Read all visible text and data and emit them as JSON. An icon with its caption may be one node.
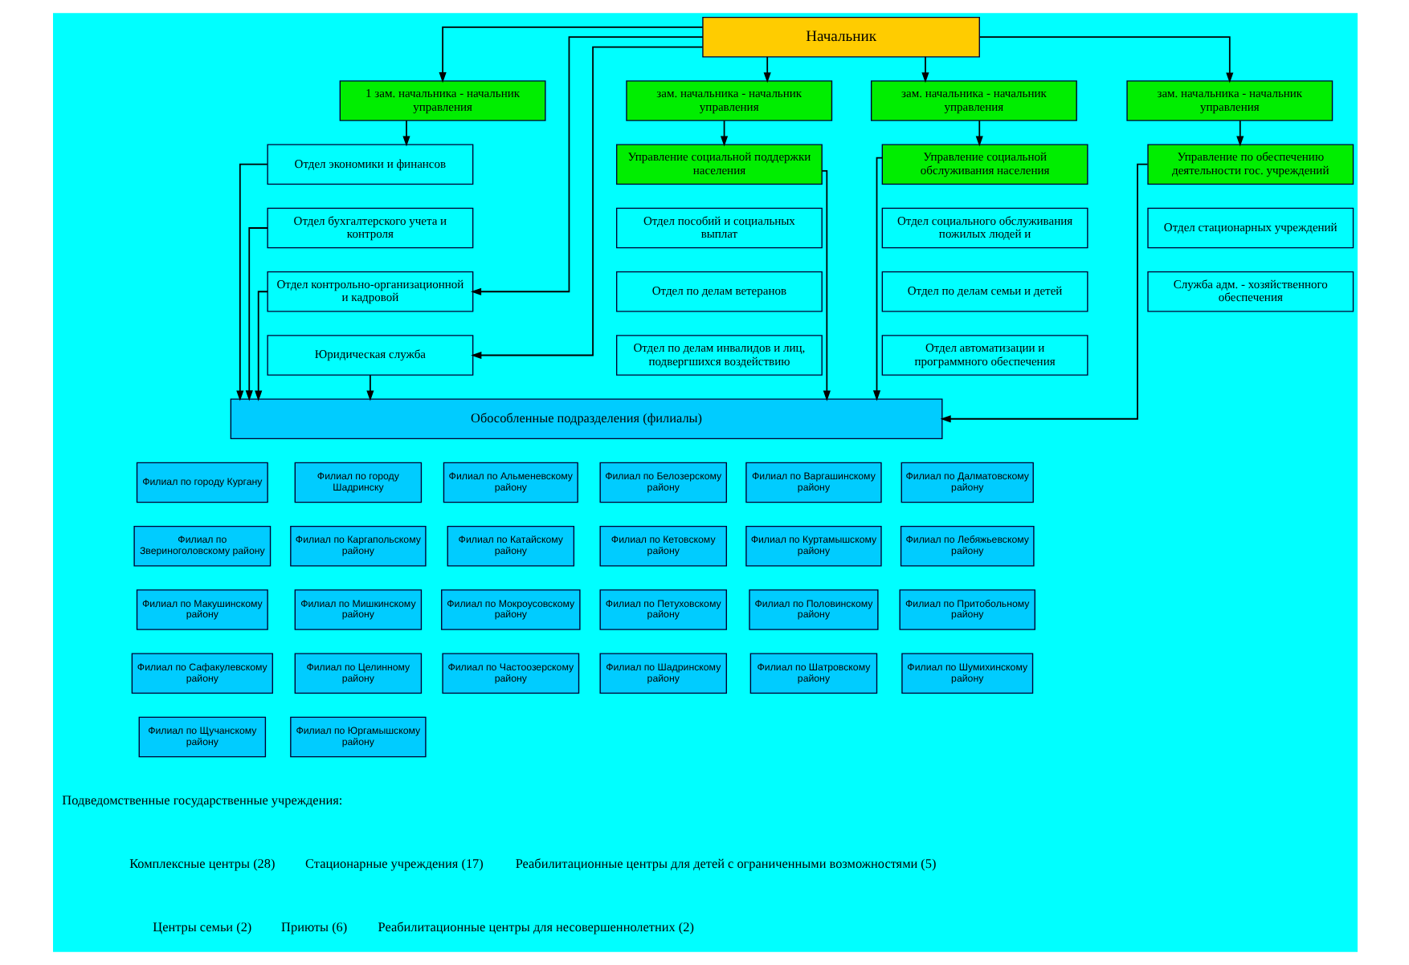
{
  "diagram": {
    "nodes": [
      {
        "text": [
          "Начальник"
        ]
      },
      {
        "text": [
          "1 зам. начальника - начальник управления"
        ]
      },
      {
        "text": [
          "зам. начальника - начальник управления"
        ]
      },
      {
        "text": [
          "зам. начальника - начальник управления"
        ]
      },
      {
        "text": [
          "зам. начальника - начальник управления"
        ]
      },
      {
        "text": [
          "Отдел экономики и финансов"
        ]
      },
      {
        "text": [
          "Отдел бухгалтерского учета и контроля"
        ]
      },
      {
        "text": [
          "Отдел контрольно-организационной и кадровой"
        ]
      },
      {
        "text": [
          "Юридическая служба"
        ]
      },
      {
        "text": [
          "Управление социальной поддержки населения"
        ]
      },
      {
        "text": [
          "Отдел пособий и социальных выплат"
        ]
      },
      {
        "text": [
          "Отдел по делам ветеранов"
        ]
      },
      {
        "text": [
          "Отдел по делам инвалидов и лиц, подвергшихся воздействию"
        ]
      },
      {
        "text": [
          "Управление социальной обслуживания населения"
        ]
      },
      {
        "text": [
          "Отдел социального обслуживания пожилых людей и"
        ]
      },
      {
        "text": [
          "Отдел по делам семьи и детей"
        ]
      },
      {
        "text": [
          "Отдел автоматизации и программного обеспечения"
        ]
      },
      {
        "text": [
          "Управление по обеспечению деятельности гос. учреждений"
        ]
      },
      {
        "text": [
          "Отдел стационарных учреждений"
        ]
      },
      {
        "text": [
          "Служба адм. - хозяйственного обеспечения"
        ]
      },
      {
        "text": [
          "Обособленные подразделения (филиалы)"
        ]
      },
      {
        "text": [
          "Филиал по городу Кургану"
        ]
      },
      {
        "text": [
          "Филиал по городу Шадринску"
        ]
      },
      {
        "text": [
          "Филиал по Альменевскому району"
        ]
      },
      {
        "text": [
          "Филиал по Белозерскому району"
        ]
      },
      {
        "text": [
          "Филиал по Варгашинскому району"
        ]
      },
      {
        "text": [
          "Филиал по Далматовскому району"
        ]
      },
      {
        "text": [
          "Филиал по Звериноголовскому району"
        ]
      },
      {
        "text": [
          "Филиал по Каргапольскому району"
        ]
      },
      {
        "text": [
          "Филиал по Катайскому району"
        ]
      },
      {
        "text": [
          "Филиал по Кетовскому району"
        ]
      },
      {
        "text": [
          "Филиал по Куртамышскому району"
        ]
      },
      {
        "text": [
          "Филиал по Лебяжьевскому району"
        ]
      },
      {
        "text": [
          "Филиал по Макушинскому району"
        ]
      },
      {
        "text": [
          "Филиал по Мишкинскому району"
        ]
      },
      {
        "text": [
          "Филиал по Мокроусовскому району"
        ]
      },
      {
        "text": [
          "Филиал по Петуховскому району"
        ]
      },
      {
        "text": [
          "Филиал по Половинскому району"
        ]
      },
      {
        "text": [
          "Филиал по Притобольному району"
        ]
      },
      {
        "text": [
          "Филиал по Сафакулевскому району"
        ]
      },
      {
        "text": [
          "Филиал по Целинному району"
        ]
      },
      {
        "text": [
          "Филиал по Частоозерскому району"
        ]
      },
      {
        "text": [
          "Филиал по Шадринскому району"
        ]
      },
      {
        "text": [
          "Филиал по Шатровскому району"
        ]
      },
      {
        "text": [
          "Филиал по Шумихинскому району"
        ]
      },
      {
        "text": [
          "Филиал по Щучанскому району"
        ]
      },
      {
        "text": [
          "Филиал по Юргамышскому району"
        ]
      }
    ],
    "edges": [
      {
        "from": 0,
        "to": 1,
        "arrow": "to"
      },
      {
        "from": 0,
        "to": 2,
        "arrow": "to"
      },
      {
        "from": 0,
        "to": 3,
        "arrow": "to"
      },
      {
        "from": 0,
        "to": 4,
        "arrow": "to"
      },
      {
        "from": 0,
        "to": 7,
        "arrow": "to"
      },
      {
        "from": 0,
        "to": 8,
        "arrow": "to"
      },
      {
        "from": 1,
        "to": 5,
        "arrow": "to"
      },
      {
        "from": 2,
        "to": 9,
        "arrow": "to"
      },
      {
        "from": 3,
        "to": 13,
        "arrow": "to"
      },
      {
        "from": 4,
        "to": 17,
        "arrow": "to"
      },
      {
        "from": 5,
        "to": 20,
        "arrow": "to"
      },
      {
        "from": 6,
        "to": 20,
        "arrow": "to"
      },
      {
        "from": 7,
        "to": 20,
        "arrow": "to"
      },
      {
        "from": 8,
        "to": 20,
        "arrow": "to"
      },
      {
        "from": 9,
        "to": 20,
        "arrow": "to"
      },
      {
        "from": 13,
        "to": 20,
        "arrow": "to"
      },
      {
        "from": 17,
        "to": 20,
        "arrow": "to"
      }
    ],
    "labels": [
      "Подведомственные государственные учреждения:",
      "Комплексные центры (28)",
      "Стационарные учреждения (17)",
      "Реабилитационные центры для детей с ограниченными возможностями (5)",
      "Центры семьи (2)",
      "Приюты (6)",
      "Реабилитационные центры для несовершеннолетних (2)"
    ]
  }
}
